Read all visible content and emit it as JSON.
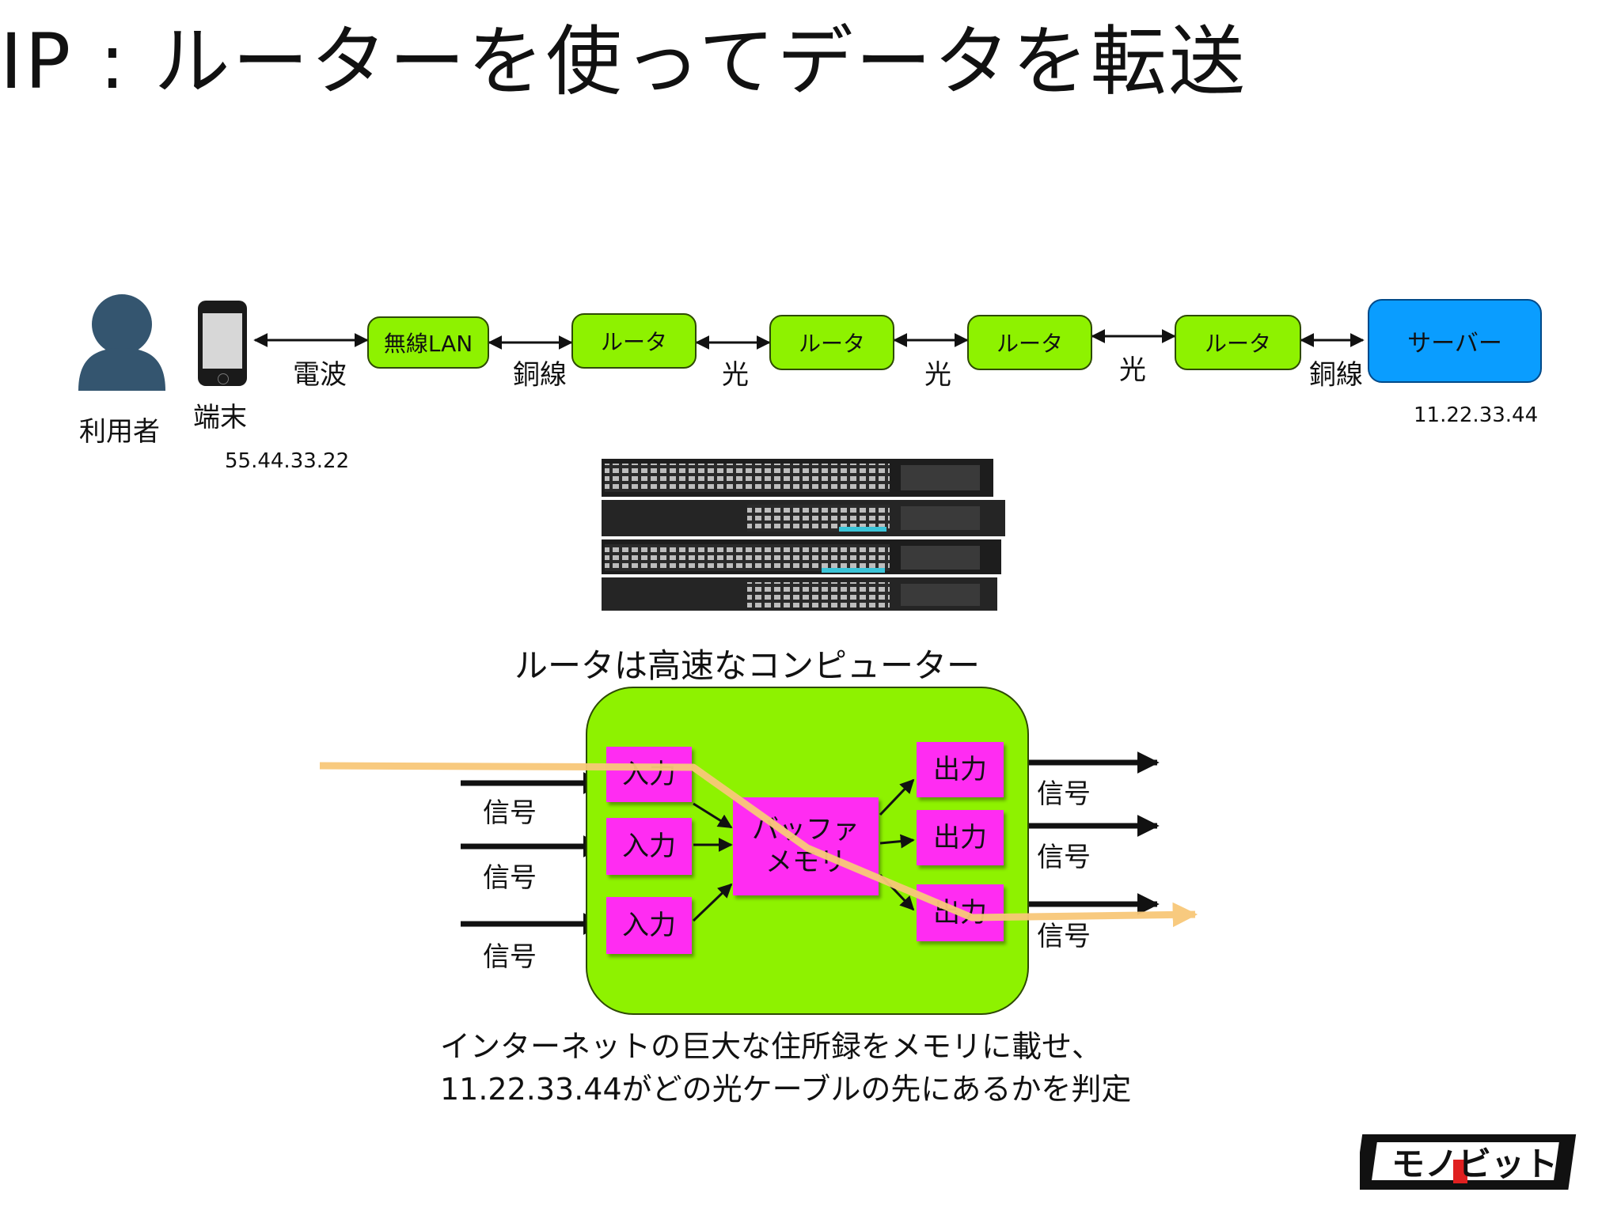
{
  "title": "IP : ルーターを使ってデータを転送",
  "chain": {
    "user_label": "利用者",
    "terminal_label": "端末",
    "terminal_ip": "55.44.33.22",
    "nodes": [
      "無線LAN",
      "ルータ",
      "ルータ",
      "ルータ",
      "ルータ"
    ],
    "server_label": "サーバー",
    "server_ip": "11.22.33.44",
    "links": [
      "電波",
      "銅線",
      "光",
      "光",
      "光",
      "銅線"
    ]
  },
  "router_caption": "ルータは高速なコンピューター",
  "router": {
    "inputs": [
      "入力",
      "入力",
      "入力"
    ],
    "buffer": "バッファ\nメモリ",
    "outputs": [
      "出力",
      "出力",
      "出力"
    ],
    "signals_in": [
      "信号",
      "信号",
      "信号"
    ],
    "signals_out": [
      "信号",
      "信号",
      "信号"
    ]
  },
  "bottom_caption": {
    "line1": "インターネットの巨大な住所録をメモリに載せ、",
    "line2": "11.22.33.44がどの光ケーブルの先にあるかを判定"
  },
  "logo_text": "モノビット",
  "colors": {
    "node_green": "#8ef200",
    "server_blue": "#0a9dff",
    "magenta": "#ff2cf2",
    "path_orange": "#f8c879"
  }
}
